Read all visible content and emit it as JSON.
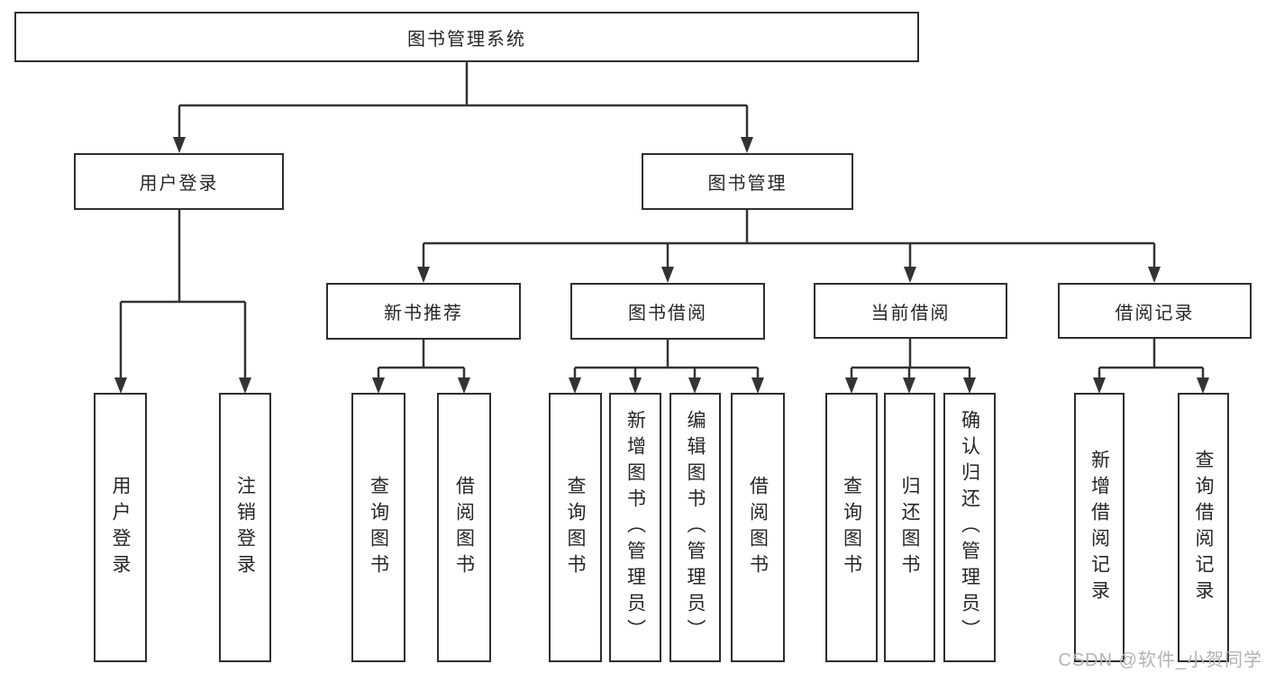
{
  "tree": {
    "root": "图书管理系统",
    "user_login": {
      "label": "用户登录",
      "children": [
        "用户登录",
        "注销登录"
      ]
    },
    "book_mgmt": {
      "label": "图书管理",
      "groups": [
        {
          "label": "新书推荐",
          "children": [
            "查询图书",
            "借阅图书"
          ]
        },
        {
          "label": "图书借阅",
          "children": [
            "查询图书",
            "新增图书（管理员）",
            "编辑图书（管理员）",
            "借阅图书"
          ]
        },
        {
          "label": "当前借阅",
          "children": [
            "查询图书",
            "归还图书",
            "确认归还（管理员）"
          ]
        },
        {
          "label": "借阅记录",
          "children": [
            "新增借阅记录",
            "查询借阅记录"
          ]
        }
      ]
    }
  },
  "watermark": {
    "text": "CSDN @软件_小贺同学"
  },
  "colors": {
    "line": "#333333",
    "box_border": "#2e2e2e",
    "box_bg": "#ffffff",
    "text": "#262626",
    "watermark": "#b3b3b3"
  }
}
